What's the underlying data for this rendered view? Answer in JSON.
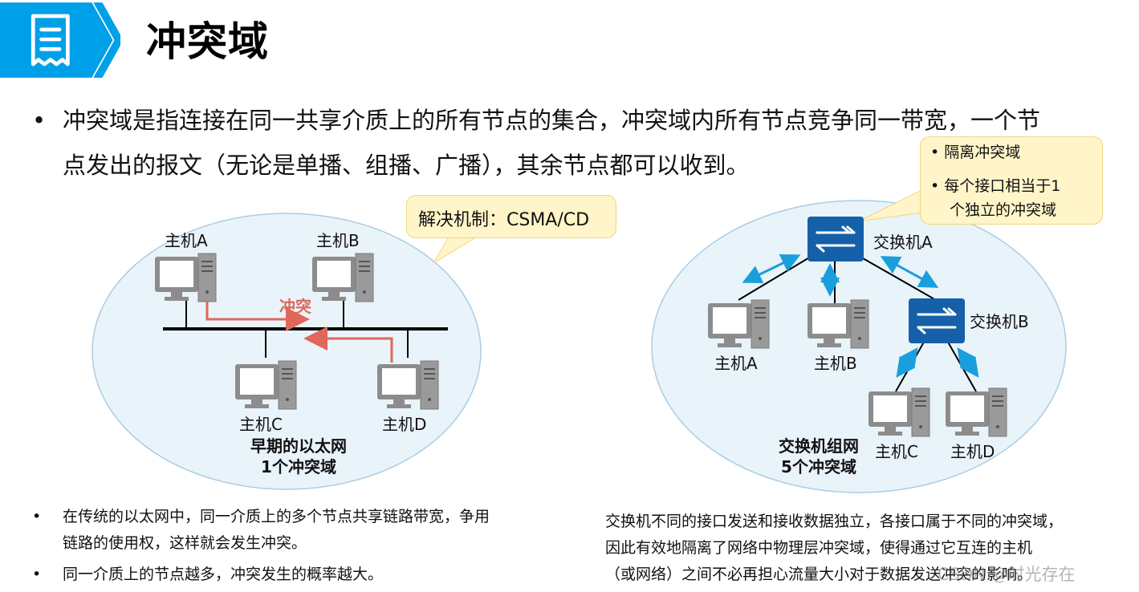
{
  "title": "冲突域",
  "intro": {
    "bullet": "•",
    "line1": "冲突域是指连接在同一共享介质上的所有节点的集合，冲突域内所有节点竞争同一带宽，一个节",
    "line2": "点发出的报文（无论是单播、组播、广播），其余节点都可以收到。"
  },
  "left_diagram": {
    "callout": "解决机制：CSMA/CD",
    "host_a": "主机A",
    "host_b": "主机B",
    "host_c": "主机C",
    "host_d": "主机D",
    "collision": "冲突",
    "caption_line1": "早期的以太网",
    "caption_line2": "1个冲突域"
  },
  "right_diagram": {
    "callout_item1": "隔离冲突域",
    "callout_item2_line1": "每个接口相当于1",
    "callout_item2_line2": "个独立的冲突域",
    "switch_a": "交换机A",
    "switch_b": "交换机B",
    "host_a": "主机A",
    "host_b": "主机B",
    "host_c": "主机C",
    "host_d": "主机D",
    "caption_line1": "交换机组网",
    "caption_line2": "5个冲突域"
  },
  "bottom_left": {
    "bullet1_line1": "在传统的以太网中，同一介质上的多个节点共享链路带宽，争用",
    "bullet1_line2": "链路的使用权，这样就会发生冲突。",
    "bullet2": "同一介质上的节点越多，冲突发生的概率越大。"
  },
  "bottom_right": {
    "line1": "交换机不同的接口发送和接收数据独立，各接口属于不同的冲突域，",
    "line2": "因此有效地隔离了网络中物理层冲突域，使得通过它互连的主机",
    "line3": "（或网络）之间不必再担心流量大小对于数据发送冲突的影响。",
    "watermark": "CSDN @时光存在"
  },
  "colors": {
    "accent_blue": "#00a0e9",
    "ellipse_fill": "#e9f3fa",
    "collision_red": "#e0675a",
    "switch_blue": "#1560a8",
    "link_arrow": "#1a9fdc"
  }
}
